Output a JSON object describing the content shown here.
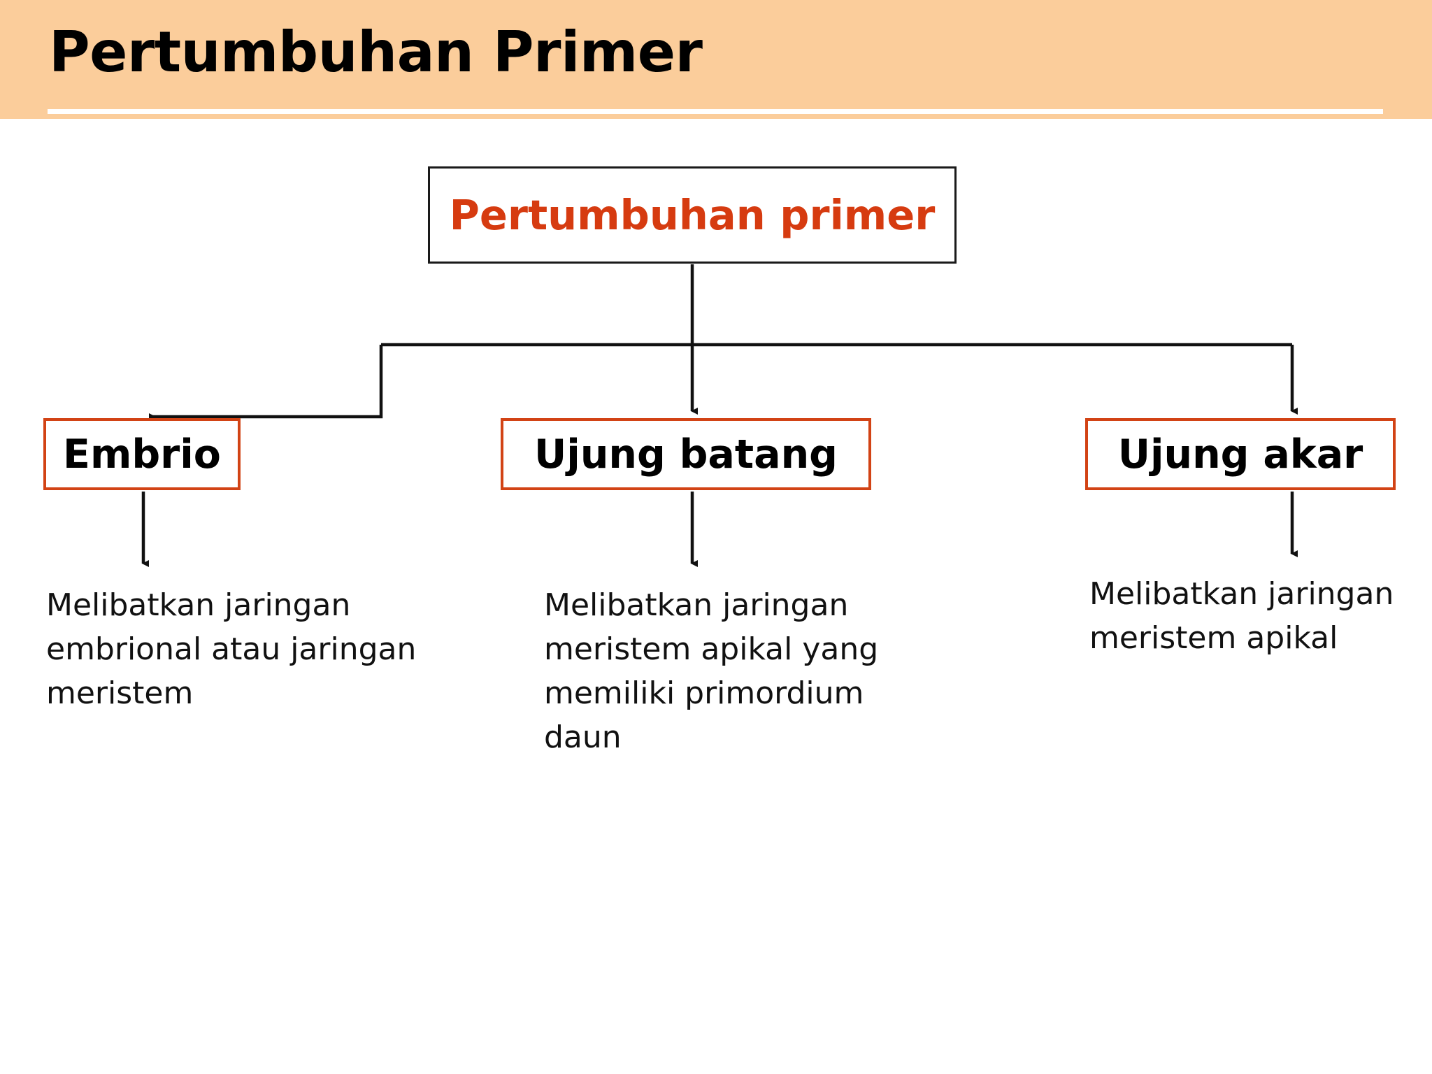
{
  "header": {
    "title": "Pertumbuhan Primer",
    "band_color": "#fbcd9b",
    "rule_color": "#ffffff",
    "title_color": "#000000"
  },
  "diagram": {
    "root": {
      "label": "Pertumbuhan primer",
      "text_color": "#d63b10",
      "border_color": "#1a1a1a"
    },
    "branches": [
      {
        "label": "Embrio",
        "description": "Melibatkan jaringan embrional atau jaringan meristem",
        "border_color": "#d24315",
        "text_color": "#000000"
      },
      {
        "label": "Ujung batang",
        "description": "Melibatkan jaringan meristem apikal yang memiliki primordium daun",
        "border_color": "#d24315",
        "text_color": "#000000"
      },
      {
        "label": "Ujung akar",
        "description": "Melibatkan jaringan meristem apikal",
        "border_color": "#d24315",
        "text_color": "#000000"
      }
    ],
    "connector_color": "#111111"
  }
}
